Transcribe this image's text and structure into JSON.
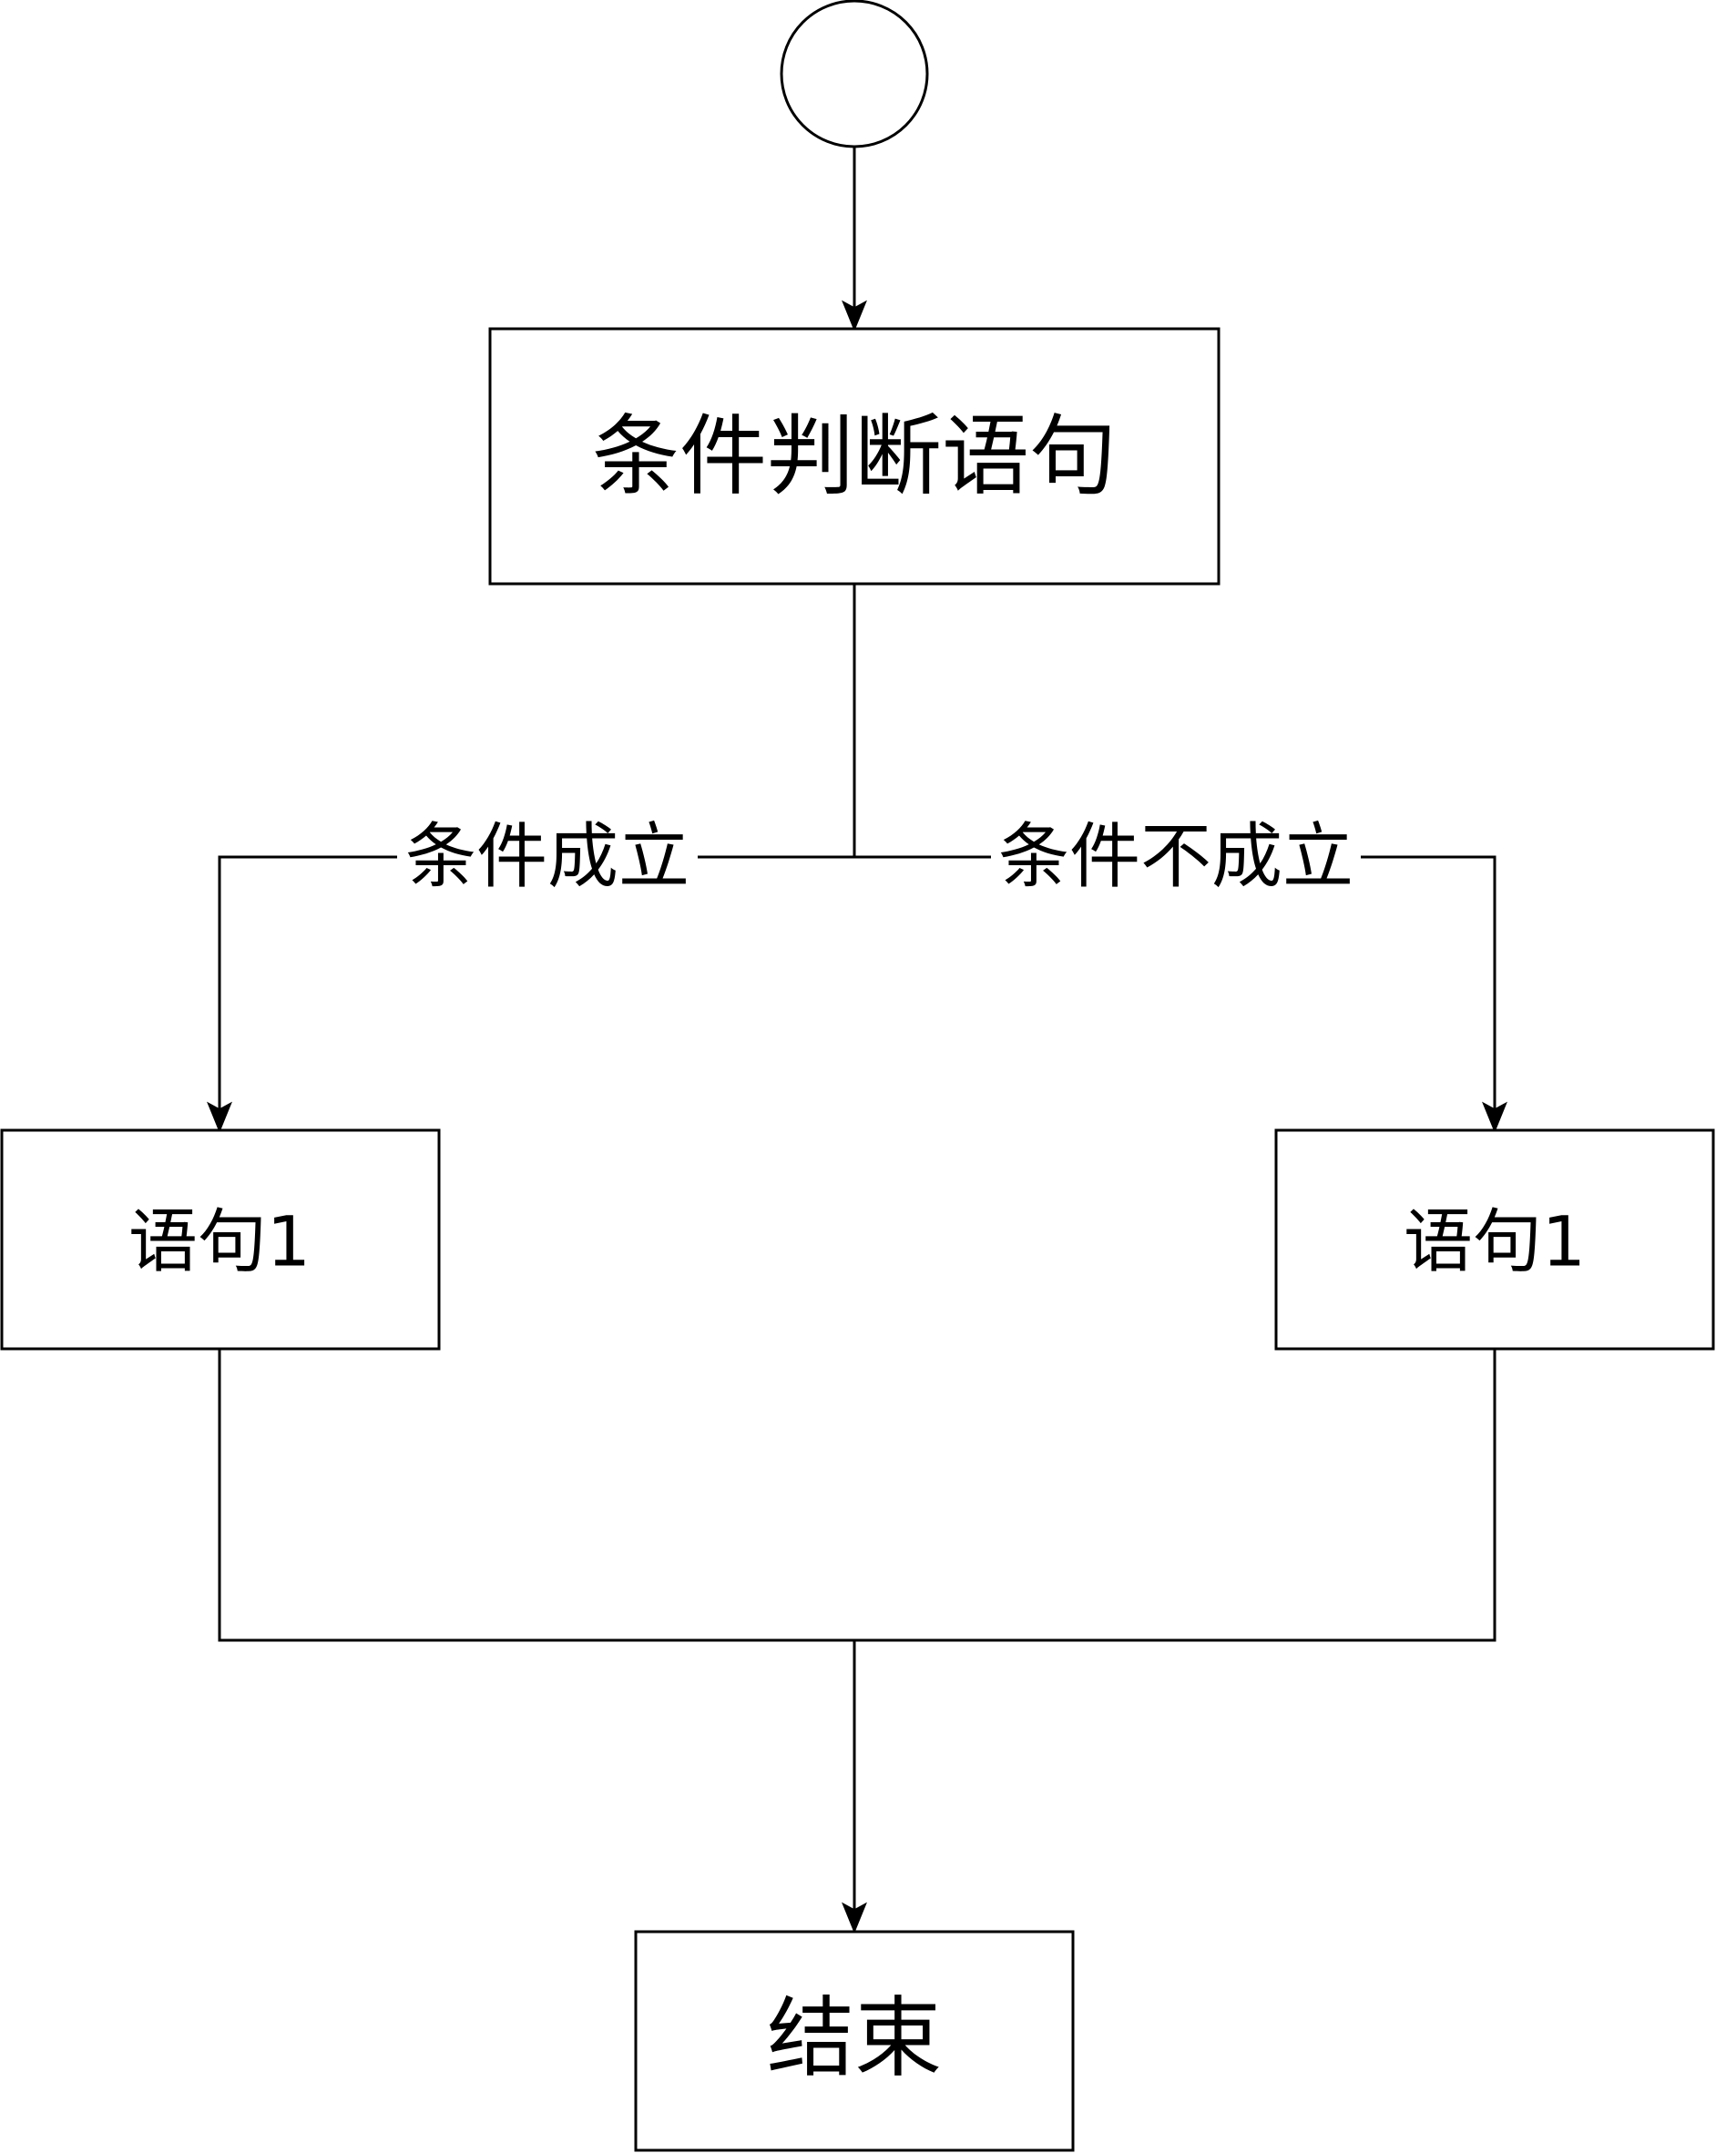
{
  "diagram": {
    "type": "flowchart",
    "nodes": {
      "start": {
        "label": ""
      },
      "condition": {
        "label": "条件判断语句"
      },
      "stmt_left": {
        "label": "语句1"
      },
      "stmt_right": {
        "label": "语句1"
      },
      "end": {
        "label": "结束"
      }
    },
    "edges": {
      "true_branch": {
        "label": "条件成立"
      },
      "false_branch": {
        "label": "条件不成立"
      }
    },
    "colors": {
      "stroke": "#000000",
      "fill": "#ffffff",
      "text": "#000000"
    }
  }
}
